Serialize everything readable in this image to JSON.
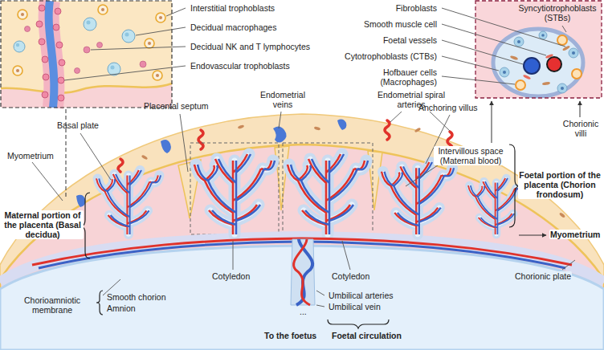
{
  "diagram": {
    "labels": [
      "Interstitial trophoblasts",
      "Decidual macrophages",
      "Decidual NK and T lymphocytes",
      "Endovascular trophoblasts",
      "Fibroblasts",
      "Smooth muscle cell",
      "Foetal vessels",
      "Cytotrophoblasts (CTBs)",
      "Hofbauer cells (Macrophages)",
      "Syncytiotrophoblasts (STBs)",
      "Endometrial spiral arteries",
      "Endometrial veins",
      "Placental septum",
      "Basal plate",
      "Anchoring villus",
      "Intervillous space (Maternal blood)",
      "Chorionic villi",
      "Myometrium",
      "Maternal portion of the placenta (Basal decidua)",
      "Foetal portion of the placenta (Chorion frondosum)",
      "Myometrium",
      "Cotyledon",
      "Cotyledon",
      "Chorioamniotic membrane",
      "Smooth chorion",
      "Amnion",
      "Umbilical arteries",
      "Umbilical vein",
      "Chorionic plate",
      "...",
      "To the foetus",
      "Foetal circulation"
    ]
  }
}
